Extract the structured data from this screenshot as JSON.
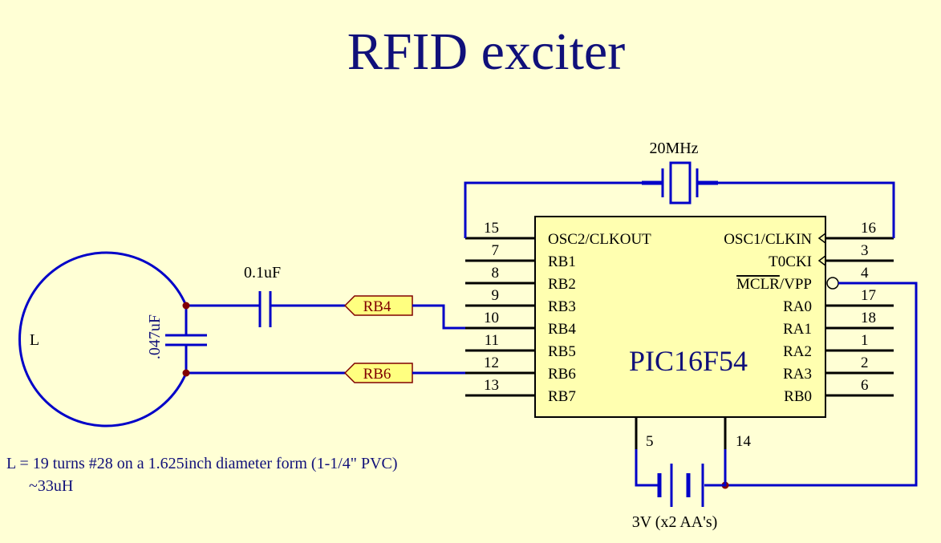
{
  "title": "RFID exciter",
  "chip": {
    "name": "PIC16F54",
    "left_pins": [
      {
        "num": "15",
        "label": "OSC2/CLKOUT"
      },
      {
        "num": "7",
        "label": "RB1"
      },
      {
        "num": "8",
        "label": "RB2"
      },
      {
        "num": "9",
        "label": "RB3"
      },
      {
        "num": "10",
        "label": "RB4"
      },
      {
        "num": "11",
        "label": "RB5"
      },
      {
        "num": "12",
        "label": "RB6"
      },
      {
        "num": "13",
        "label": "RB7"
      }
    ],
    "right_pins": [
      {
        "num": "16",
        "label": "OSC1/CLKIN"
      },
      {
        "num": "3",
        "label": "T0CKI"
      },
      {
        "num": "4",
        "label_bar": "MCLR",
        "label_rest": "/VPP"
      },
      {
        "num": "17",
        "label": "RA0"
      },
      {
        "num": "18",
        "label": "RA1"
      },
      {
        "num": "1",
        "label": "RA2"
      },
      {
        "num": "2",
        "label": "RA3"
      },
      {
        "num": "6",
        "label": "RB0"
      }
    ],
    "bottom_pins": [
      {
        "num": "5"
      },
      {
        "num": "14"
      }
    ]
  },
  "crystal": {
    "label": "20MHz"
  },
  "cap1": {
    "label": "0.1uF"
  },
  "cap2": {
    "label": ".047uF"
  },
  "ports": {
    "rb4": "RB4",
    "rb6": "RB6"
  },
  "coil": {
    "label": "L"
  },
  "battery": {
    "label": "3V (x2 AA's)"
  },
  "notes": {
    "line1": "L = 19 turns #28 on a 1.625inch diameter form (1-1/4\" PVC)",
    "line2": "~33uH"
  },
  "colors": {
    "background": "#ffffd5",
    "wire": "#0000c8",
    "chip_fill": "#ffffb0",
    "port_fill": "#ffff80",
    "junction": "#800000"
  }
}
